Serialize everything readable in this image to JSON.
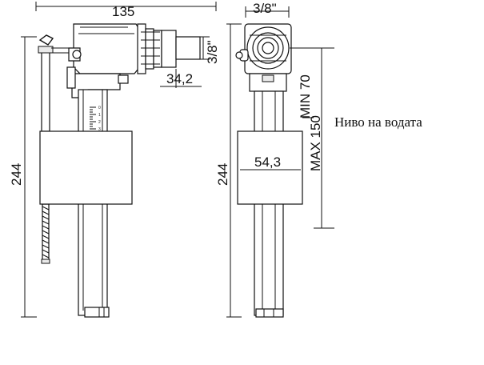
{
  "dims": {
    "overall_width": "135",
    "thread_size_top": "3/8\"",
    "thread_size_side": "3/8\"",
    "outlet_length": "34,2",
    "height_left": "244",
    "height_right": "244",
    "float_width": "54,3",
    "min_level": "MIN 70",
    "max_level": "MAX 150"
  },
  "scale_ticks": [
    "0",
    "1",
    "2",
    "3"
  ],
  "water_level_label": "Ниво на водата"
}
